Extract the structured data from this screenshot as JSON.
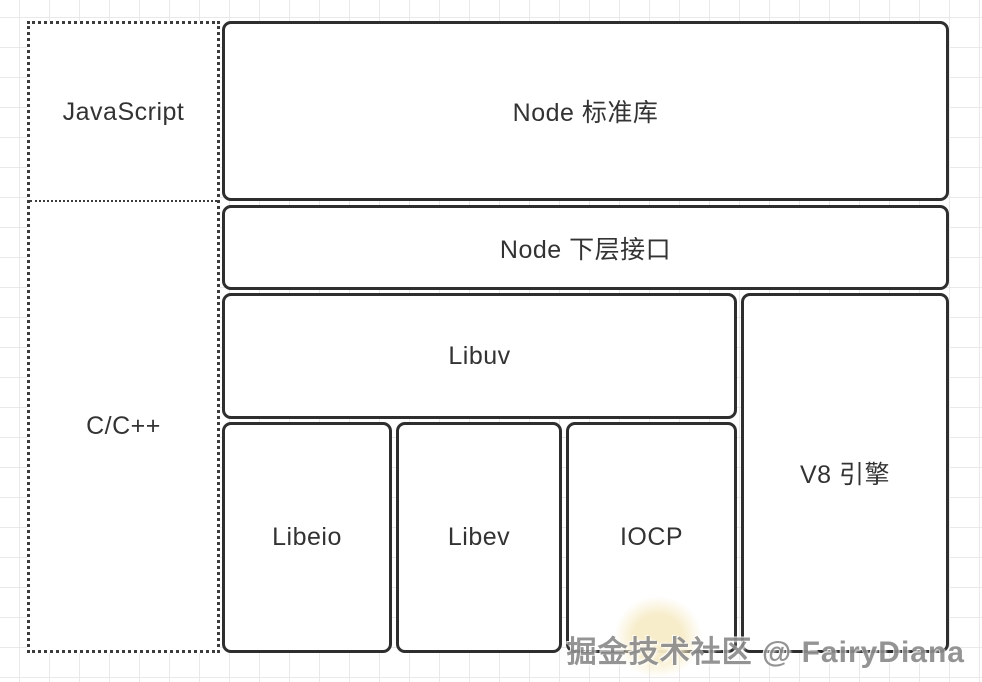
{
  "diagram": {
    "left_column": {
      "javascript_label": "JavaScript",
      "cpp_label": "C/C++"
    },
    "boxes": {
      "node_stdlib": "Node 标准库",
      "node_lowlevel": "Node 下层接口",
      "libuv": "Libuv",
      "libeio": "Libeio",
      "libev": "Libev",
      "iocp": "IOCP",
      "v8": "V8 引擎"
    },
    "watermark": "掘金技术社区 @ FairyDiana",
    "colors": {
      "border": "#2e2e2e",
      "text": "#333333",
      "grid_line": "#eae8e8",
      "watermark_text": "#8c8c8c",
      "highlight_blob": "#f7ecc8",
      "background": "#ffffff"
    }
  }
}
